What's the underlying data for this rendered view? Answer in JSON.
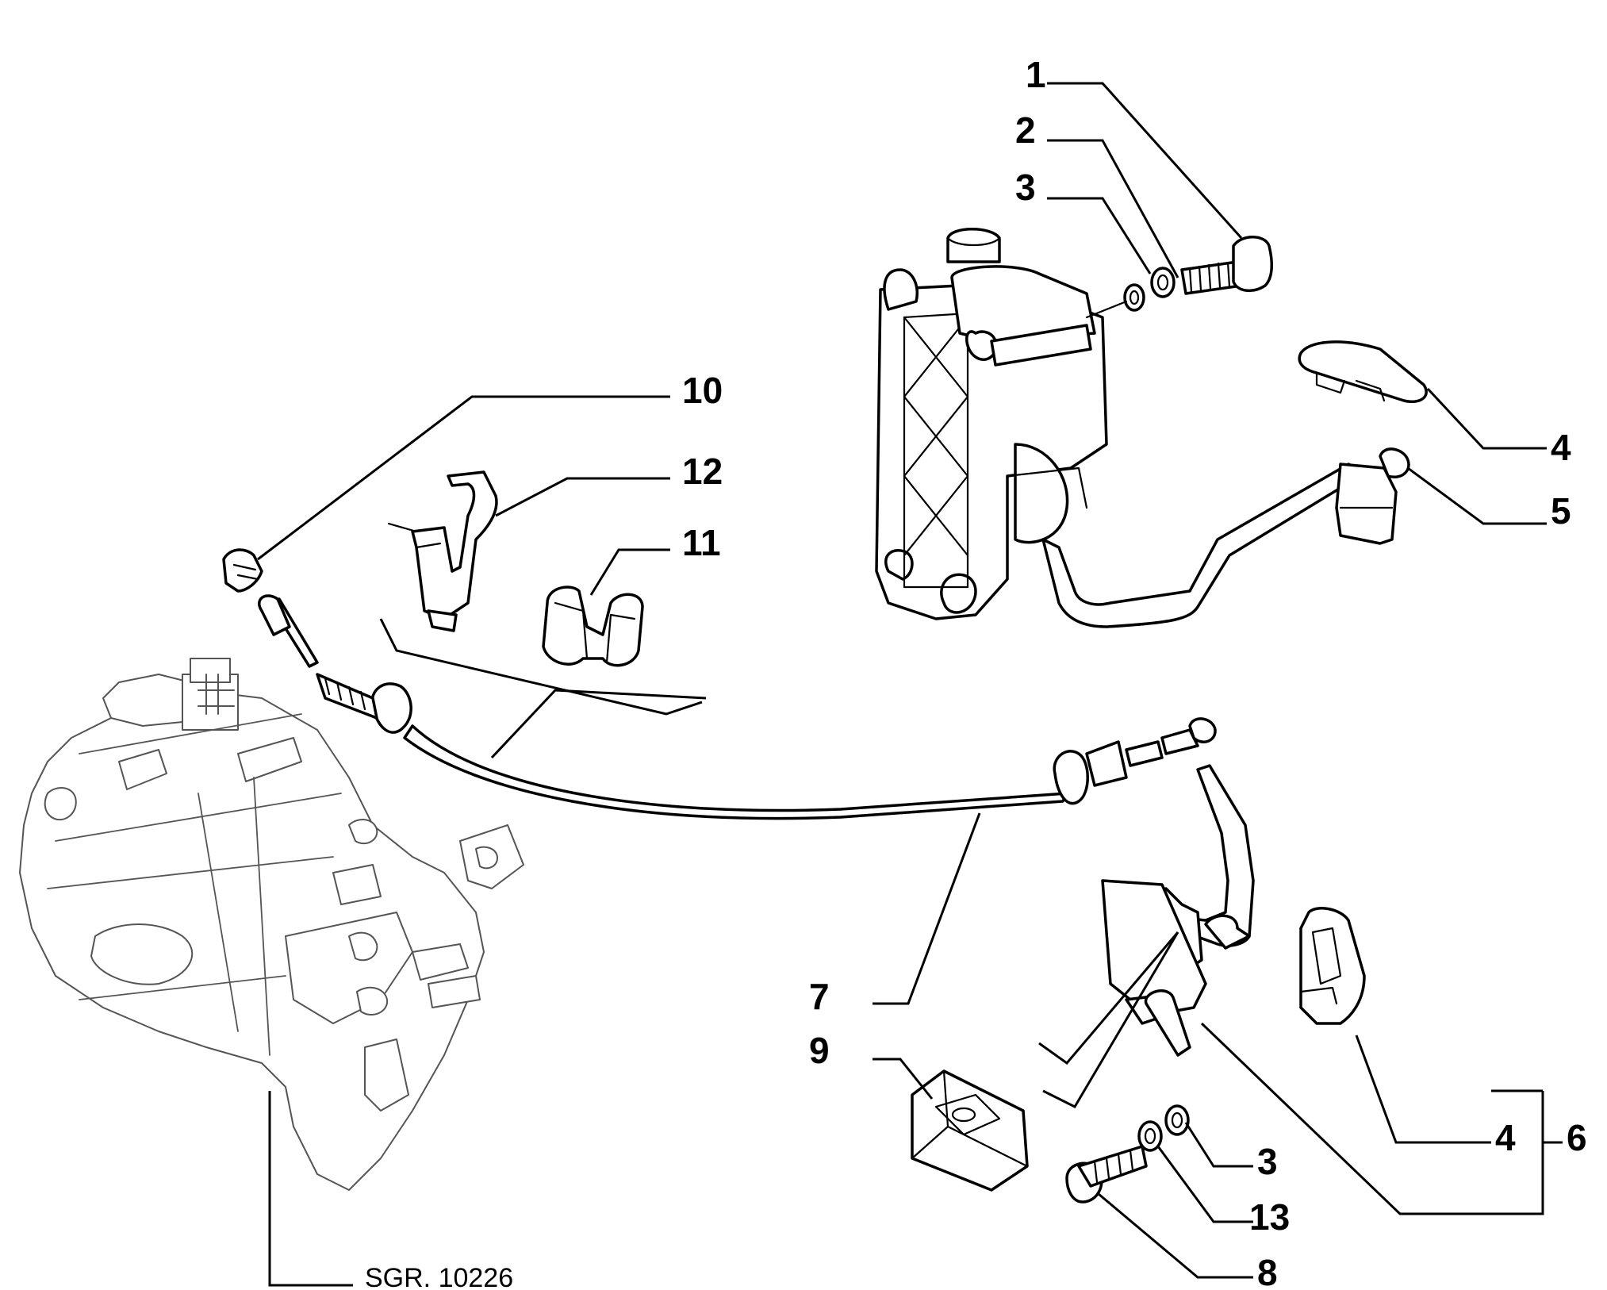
{
  "diagram": {
    "reference": "SGR. 10226",
    "callouts": [
      "1",
      "2",
      "3",
      "4",
      "5",
      "10",
      "12",
      "11",
      "7",
      "9",
      "6",
      "4",
      "3",
      "13",
      "8"
    ]
  }
}
